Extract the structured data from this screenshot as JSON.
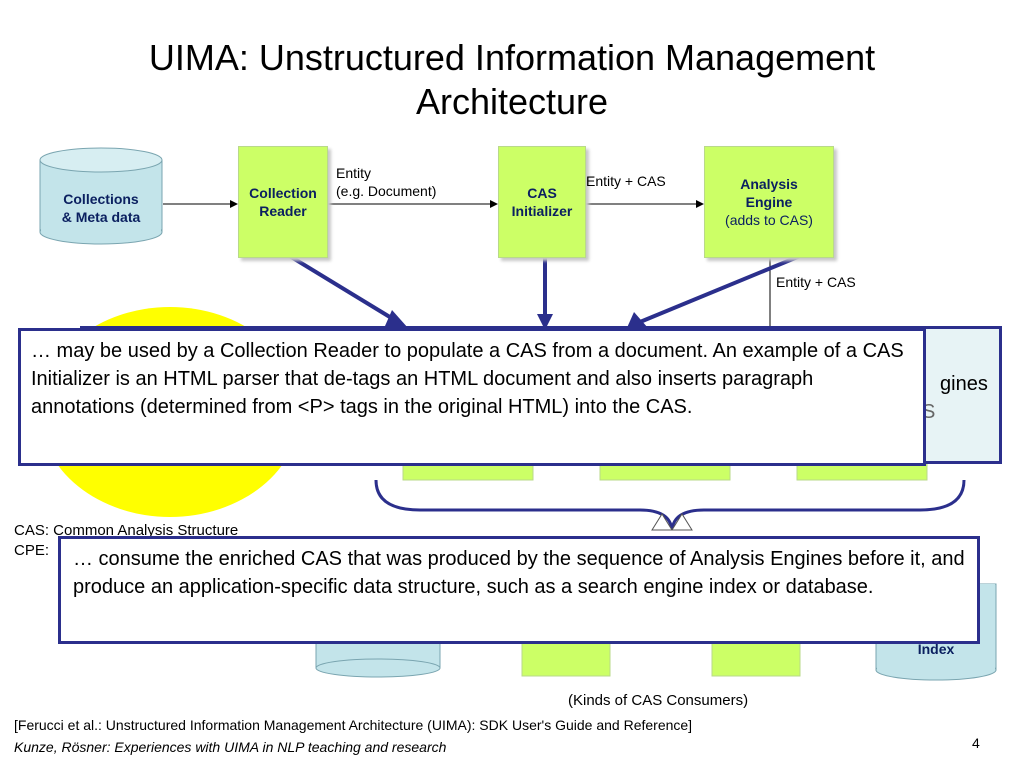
{
  "slide": {
    "title_line1": "UIMA: Unstructured Information Management",
    "title_line2": "Architecture",
    "page_number": "4"
  },
  "diagram": {
    "collections_label": "Collections\n& Meta data",
    "collection_reader_label": "Collection\nReader",
    "cas_initializer_label": "CAS\nInitializer",
    "analysis_engine_title": "Analysis\nEngine",
    "analysis_engine_sub": "(adds to CAS)",
    "entity_label": "Entity\n(e.g. Document)",
    "entity_cas_label_1": "Entity + CAS",
    "entity_cas_label_2": "Entity + CAS",
    "index_label": "Index",
    "kinds_consumers_label": "(Kinds of CAS Consumers)",
    "partial_gines": "gines",
    "partial_s": "S"
  },
  "notes": {
    "cas_abbrev": "CAS: Common Analysis Structure",
    "cpe_abbrev": "CPE:"
  },
  "callouts": {
    "reader_callout": "… may be used by a Collection Reader to populate a CAS from a document. An example of a CAS Initializer is an HTML parser that de-tags an HTML document and also inserts paragraph annotations (determined from <P> tags in the original HTML) into the CAS.",
    "consumer_callout": "… consume the enriched CAS that was produced by the sequence of Analysis Engines before it, and produce an application-specific data structure, such as a search engine index or database."
  },
  "footer": {
    "citation": "[Ferucci et al.: Unstructured Information Management Architecture (UIMA): SDK User's Guide and Reference]",
    "authors": "Kunze, Rösner: Experiences with UIMA in NLP teaching and research"
  },
  "colors": {
    "green_box": "#ccff66",
    "cylinder": "#c3e4ea",
    "callout_border": "#2b2f8c",
    "yellow_ellipse": "#ffff00",
    "arrow_blue": "#2b2f8c"
  }
}
